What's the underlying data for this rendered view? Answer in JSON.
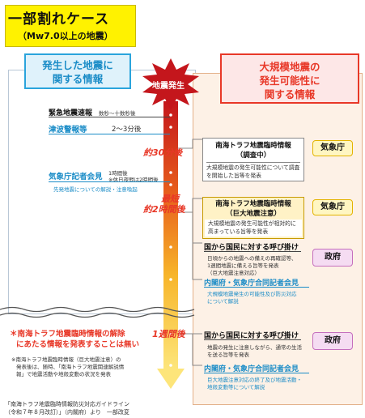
{
  "header": {
    "title": "一部割れケース",
    "subtitle": "（Mw7.0以上の地震）"
  },
  "left_header": {
    "line1": "発生した地震に",
    "line2": "関する情報"
  },
  "right_header": {
    "line1": "大規模地震の",
    "line2": "発生可能性に",
    "line3": "関する情報"
  },
  "burst_label": "地震発生",
  "left_items": {
    "quake_report": "緊急地震速報",
    "quake_report_time": "数秒～十数秒後",
    "tsunami": "津波警報等",
    "tsunami_time": "2～3分後",
    "jma_press": "気象庁記者会見",
    "jma_press_time1": "1時間後",
    "jma_press_time2": "※休日夜間は2時間後",
    "jma_press_desc": "先発地震についての解説・注意喚起"
  },
  "elapsed": {
    "t30": "約30分後",
    "t2h_a": "最短",
    "t2h_b": "約2時間後",
    "t1w": "1週間後"
  },
  "right_items": {
    "box1_title1": "南海トラフ地震臨時情報",
    "box1_title2": "（調査中）",
    "box1_desc": "大規模地震の発生可能性について調査を開始した旨等を発表",
    "box2_title1": "南海トラフ地震臨時情報",
    "box2_title2": "（巨大地震注意）",
    "box2_desc": "大規模地震の発生可能性が相対的に高まっている旨等を発表",
    "call1_title": "国から国民に対する呼び掛け",
    "call1_desc1": "日頃からの地震への備えの再確認等、",
    "call1_desc2": "1週間地震に備える旨等を発表",
    "call1_desc3": "（巨大地震注意対応）",
    "joint1_title": "内閣府・気象庁合同記者会見",
    "joint1_desc1": "大規模地震発生の可能性及び防災対応",
    "joint1_desc2": "について解説",
    "call2_title": "国から国民に対する呼び掛け",
    "call2_desc1": "地震の発生に注意しながら、通常の生活",
    "call2_desc2": "を送る旨等を発表",
    "joint2_title": "内閣府・気象庁合同記者会見",
    "joint2_desc1": "巨大地震注意対応の終了及び地震活動・",
    "joint2_desc2": "地殻変動等について解説"
  },
  "agencies": {
    "jma1": "気象庁",
    "jma2": "気象庁",
    "gov1": "政府",
    "gov2": "政府"
  },
  "notes": {
    "red1": "＊南海トラフ地震臨時情報の解除",
    "red2": "にあたる情報を発表することは無い",
    "small1": "※南海トラフ地震臨時情報（巨大地震注意）の",
    "small2": "発表後は、随時、「南海トラフ地震関連解説情",
    "small3": "報」で地震活動や地殻変動の状況を発表"
  },
  "footer": {
    "line1": "「南海トラフ地震臨時情報防災対応ガイドライン",
    "line2": "（令和７年８月改訂）」（内閣府）より　一部改変"
  },
  "colors": {
    "yellow": "#fff200",
    "red": "#e83828",
    "blue": "#1a8cc7",
    "orange_panel": "#fdf1e6"
  }
}
